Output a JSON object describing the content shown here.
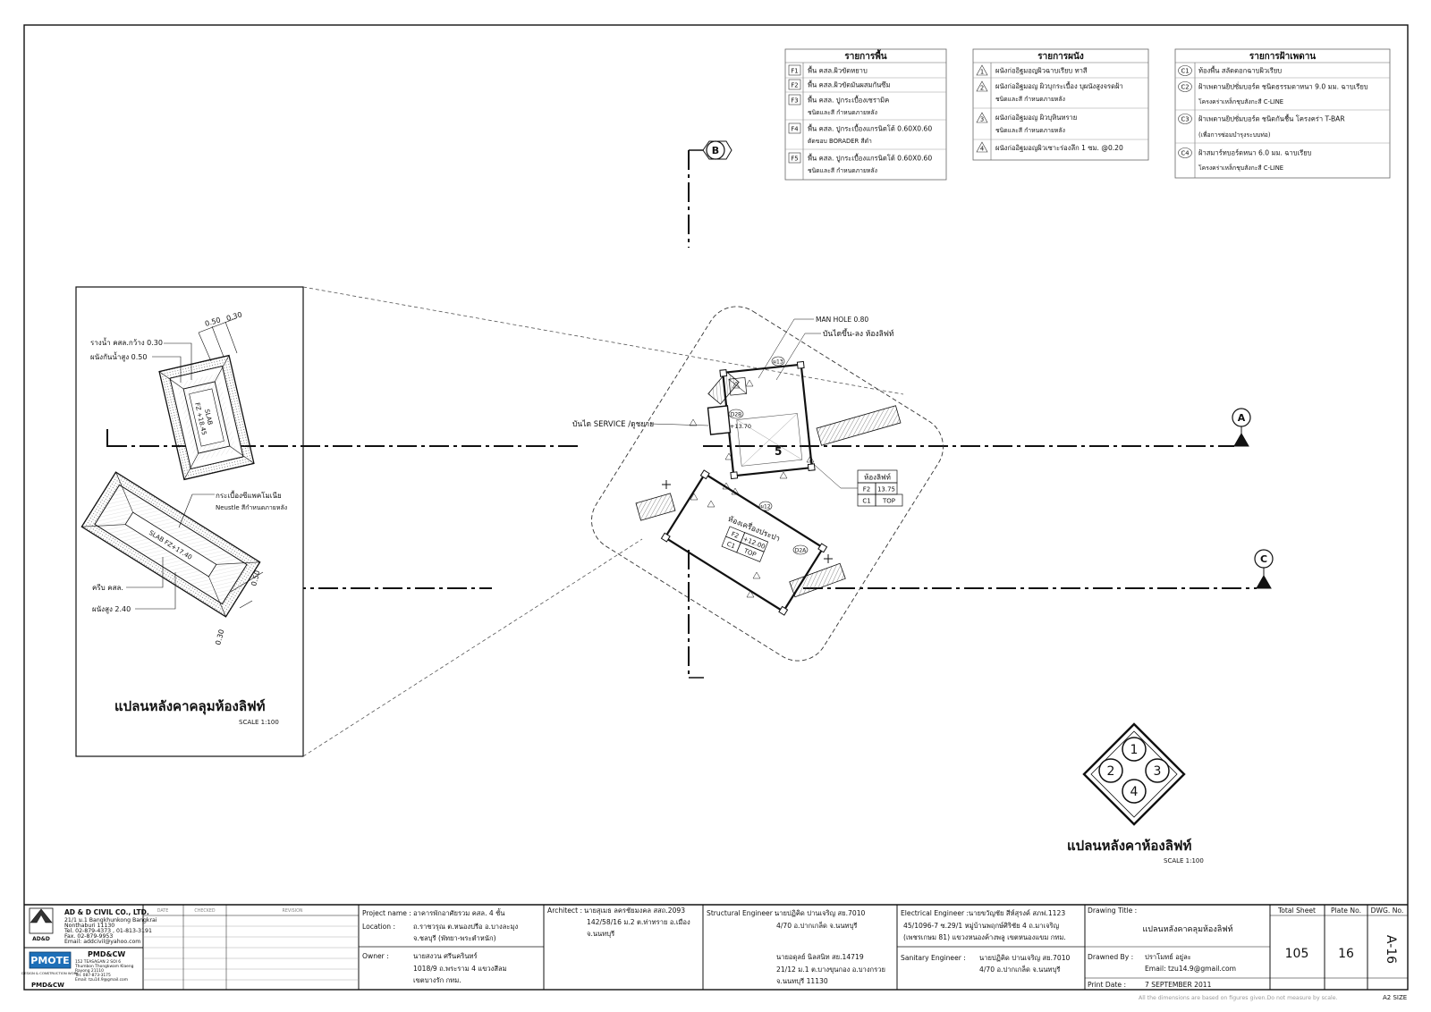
{
  "legends": {
    "floor": {
      "title": "รายการพื้น",
      "items": [
        {
          "code": "F1",
          "l1": "พื้น คสล.ผิวขัดหยาบ",
          "l2": ""
        },
        {
          "code": "F2",
          "l1": "พื้น คสล.ผิวขัดมันผสมกันซึม",
          "l2": ""
        },
        {
          "code": "F3",
          "l1": "พื้น คสล. ปูกระเบื้องเซรามิค",
          "l2": "ชนิดและสี กำหนดภายหลัง"
        },
        {
          "code": "F4",
          "l1": "พื้น คสล. ปูกระเบื้องแกรนิตโต้ 0.60X0.60",
          "l2": "ตัดขอบ BORADER สีดำ"
        },
        {
          "code": "F5",
          "l1": "พื้น คสล. ปูกระเบื้องแกรนิตโต้ 0.60X0.60",
          "l2": "ชนิดและสี กำหนดภายหลัง"
        }
      ]
    },
    "wall": {
      "title": "รายการผนัง",
      "items": [
        {
          "code": "1",
          "l1": "ผนังก่ออิฐมอญผิวฉาบเรียบ ทาสี",
          "l2": ""
        },
        {
          "code": "2",
          "l1": "ผนังก่ออิฐมอญ ผิวบุกระเบื้อง บุผนังสูงจรดฝ้า",
          "l2": "ชนิดและสี กำหนดภายหลัง"
        },
        {
          "code": "3",
          "l1": "ผนังก่ออิฐมอญ ผิวบุหินทราย",
          "l2": "ชนิดและสี กำหนดภายหลัง"
        },
        {
          "code": "4",
          "l1": "ผนังก่ออิฐมอญผิวเซาะร่องลึก 1 ซม. @0.20",
          "l2": ""
        }
      ]
    },
    "ceiling": {
      "title": "รายการฝ้าเพดาน",
      "items": [
        {
          "code": "C1",
          "l1": "ท้องพื้น สลัดดอกฉาบผิวเรียบ",
          "l2": ""
        },
        {
          "code": "C2",
          "l1": "ฝ้าเพดานยิปซั่มบอร์ด ชนิดธรรมดาหนา 9.0 มม. ฉาบเรียบ",
          "l2": "โครงคร่าเหล็กชุบสังกะสี C-LINE"
        },
        {
          "code": "C3",
          "l1": "ฝ้าเพดานยิปซั่มบอร์ด ชนิดกันชื้น โครงคร่า T-BAR",
          "l2": "(เพื่อการซ่อมบำรุงระบบท่อ)"
        },
        {
          "code": "C4",
          "l1": "ฝ้าสมาร์ทบอร์ดหนา 6.0 มม. ฉาบเรียบ",
          "l2": "โครงคร่าเหล็กชุบสังกะสี C-LINE"
        }
      ]
    }
  },
  "grid": {
    "a": "A",
    "b": "B",
    "c": "C"
  },
  "detail": {
    "dim1": "0.50",
    "dim2": "0.30",
    "gutter": "รางน้ำ คสล.กว้าง 0.30",
    "parapet": "ผนังกันน้ำสูง 0.50",
    "slab1": "SLAB",
    "slab1_lvl": "FZ +18.45",
    "tile": "กระเบื้องซีแพคโมเนีย",
    "tile2": "Neustle สีกำหนดภายหลัง",
    "slab2": "SLAB FZ+17.40",
    "dim3": "0.50",
    "beam": "ครีบ คสล.",
    "wall": "ผนังสูง 2.40",
    "dim4": "0.30",
    "title": "แปลนหลังคาคลุมห้องลิฟท์",
    "scale": "SCALE 1:100"
  },
  "plan": {
    "manhole": "MAN HOLE 0.80",
    "stair_lift": "บันไดขึ้น-ลง ห้องลิฟท์",
    "stair_service": "บันได SERVICE /ดูชยาย",
    "w3": "ผ13",
    "d2b": "D2B",
    "lvl_1370": "+13.70",
    "lift_room": "ห้องลิฟท์",
    "lift_f": "F2",
    "lift_lvl": "13.75",
    "lift_c": "C1",
    "lift_top": "TOP",
    "w12": "ผ12",
    "mach_room": "ห้องเครื่องประปา",
    "mach_f": "F2",
    "mach_lvl": "+12.00",
    "mach_c": "C1",
    "mach_top": "TOP",
    "d2a": "D2A",
    "mark5": "5",
    "title": "แปลนหลังคาห้องลิฟท์",
    "scale": "SCALE 1:100"
  },
  "key": {
    "n1": "1",
    "n2": "2",
    "n3": "3",
    "n4": "4"
  },
  "titleblock": {
    "company": "AD & D CIVIL CO., LTD.",
    "company_addr1": "21/1 ม.1 Bangkhunkong Bangkrai",
    "company_addr2": "Nonthaburi 11130",
    "company_tel": "Tel. 02-879-4373 , 01-813-3191",
    "company_fax": "Fax. 02-879-9953",
    "company_email": "Email: addcivil@yahoo.com",
    "logo1": "AD&D",
    "pmote": "PMOTE",
    "pmote_sub": "DESIGN & CONSTRUCTION WORK",
    "pmd": "PMD&CW",
    "pmd_addr1": "152 TEASAGAN 2 SOI 6",
    "pmd_addr2": "Thumbon Thongkwam Klaeng",
    "pmd_addr3": "Rayong 21110",
    "pmd_tel": "Tel. 087-873-3175",
    "pmd_email": "Email: tzu14.9@gmail.com",
    "pmd_bottom": "PMD&CW",
    "rev_date": "DATE",
    "rev_checked": "CHECKED",
    "rev_revision": "REVISION",
    "project_lbl": "Project name :",
    "project": "อาคารพักอาศัยรวม คสล. 4 ชั้น",
    "location_lbl": "Location :",
    "location1": "ถ.ราชวรุณ ต.หนองปรือ อ.บางละมุง",
    "location2": "จ.ชลบุรี (พัทยา-พระตำหนัก)",
    "owner_lbl": "Owner :",
    "owner": "นายสงวน ศรีนครินทร์",
    "owner_addr1": "1018/9 ถ.พระราม 4 แขวงสีลม",
    "owner_addr2": "เขตบางรัก กทม.",
    "arch_lbl": "Architect :",
    "arch": "นายสุเมธ ลครชัยมงคล  สสถ.2093",
    "arch_addr1": "142/58/16 ม.2 ต.ท่าทราย อ.เมือง",
    "arch_addr2": "จ.นนทบุรี",
    "struct_lbl": "Structural Engineer :",
    "struct": "นายปฏิคิด ปานเจริญ สย.7010",
    "struct_addr": "4/70 อ.ปากเกล็ด จ.นนทบุรี",
    "struct2": "นายอดุลย์ นิลสนิท สย.14719",
    "struct2_addr1": "21/12 ม.1 ต.บางขุนกอง อ.บางกรวย",
    "struct2_addr2": "จ.นนทบุรี 11130",
    "elec_lbl": "Electrical Engineer :",
    "elec": "นายขวัญชัย สีห์สุรงค์  สภฟ.1123",
    "elec_addr1": "45/1096-7 ซ.29/1 หมู่บ้านพฤกษ์ศิริชัย 4 ถ.มาเจริญ",
    "elec_addr2": "(เพชรเกษม 81) แขวงหนองค้างพลู เขตหนองแขม กทม.",
    "san_lbl": "Sanitary Engineer :",
    "san": "นายปฏิคิด ปานเจริญ สย.7010",
    "san_addr": "4/70 อ.ปากเกล็ด จ.นนทบุรี",
    "dtitle_lbl": "Drawing Title :",
    "dtitle": "แปลนหลังคาคลุมห้องลิฟท์",
    "drawn_lbl": "Drawned By :",
    "drawn": "ปราโมทย์ อยู่ละ",
    "drawn_email": "Email: tzu14.9@gmail.com",
    "print_lbl": "Print Date :",
    "print": "7 SEPTEMBER 2011",
    "total_lbl": "Total Sheet",
    "total": "105",
    "plate_lbl": "Plate No.",
    "plate": "16",
    "dwg_lbl": "DWG. No.",
    "dwg": "A-16",
    "footer_note": "All the dimensions are based on figures given.Do not measure by scale.",
    "size": "A2 SIZE"
  }
}
